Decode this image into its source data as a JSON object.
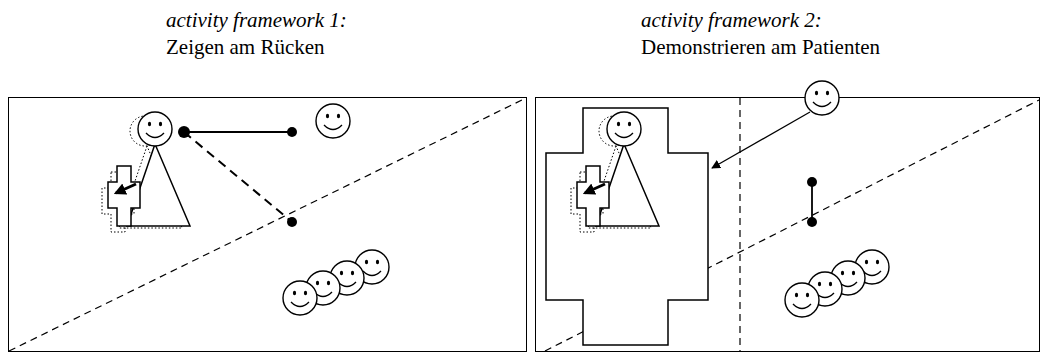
{
  "diagram": {
    "nodes": [
      {
        "text": [
          "activity framework 1:",
          "Zeigen am Rücken"
        ]
      },
      {
        "text": [
          "activity framework 2:",
          "Demonstrieren am Patienten"
        ]
      }
    ]
  }
}
